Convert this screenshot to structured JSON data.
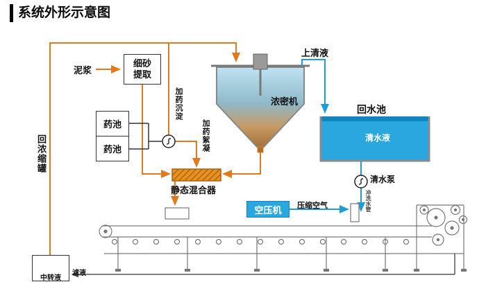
{
  "title": "系统外形示意图",
  "colors": {
    "pipe_orange": "#E07A1E",
    "pipe_blue": "#1E9CD7",
    "pool_fill": "#2AA7DE",
    "thickener_top": "#BFE3F2",
    "thickener_bottom": "#A5713B",
    "machine_gray": "#777777"
  },
  "labels": {
    "mud": "泥浆",
    "sand_extraction": "细砂提取",
    "chem_pool_1": "药池",
    "chem_pool_2": "药池",
    "dosing_sedimentation": "加药沉淀",
    "dosing_flocculation": "加药絮凝",
    "thickener": "浓密机",
    "supernatant": "上清液",
    "return_water_pool": "回水池",
    "clear_water": "清水液",
    "clear_water_pump": "清水泵",
    "flush_pipe": "冲洗水管",
    "static_mixer": "静态混合器",
    "air_compressor": "空压机",
    "compressed_air": "压缩空气",
    "return_concentrate_tank": "回浓缩罐",
    "transfer_liquid": "中转液",
    "filtrate": "滤液"
  }
}
